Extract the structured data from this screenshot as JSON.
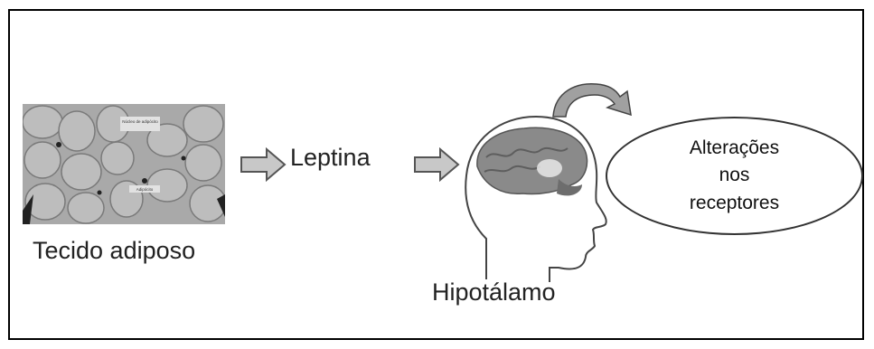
{
  "diagram": {
    "tissue_label": "Tecido adiposo",
    "tissue_image_labels": [
      "Núcleo de adipócito",
      "Adipócito"
    ],
    "hormone_label": "Leptina",
    "brain_label": "Hipotálamo",
    "result_lines": [
      "Alterações",
      "nos",
      "receptores"
    ]
  },
  "colors": {
    "arrow_fill": "#c8c8c8",
    "arrow_stroke": "#555555",
    "brain": "#8a8a8a",
    "border": "#000000"
  },
  "icons": [
    "block-arrow-icon",
    "curved-arrow-icon",
    "head-silhouette-icon",
    "brain-icon"
  ]
}
